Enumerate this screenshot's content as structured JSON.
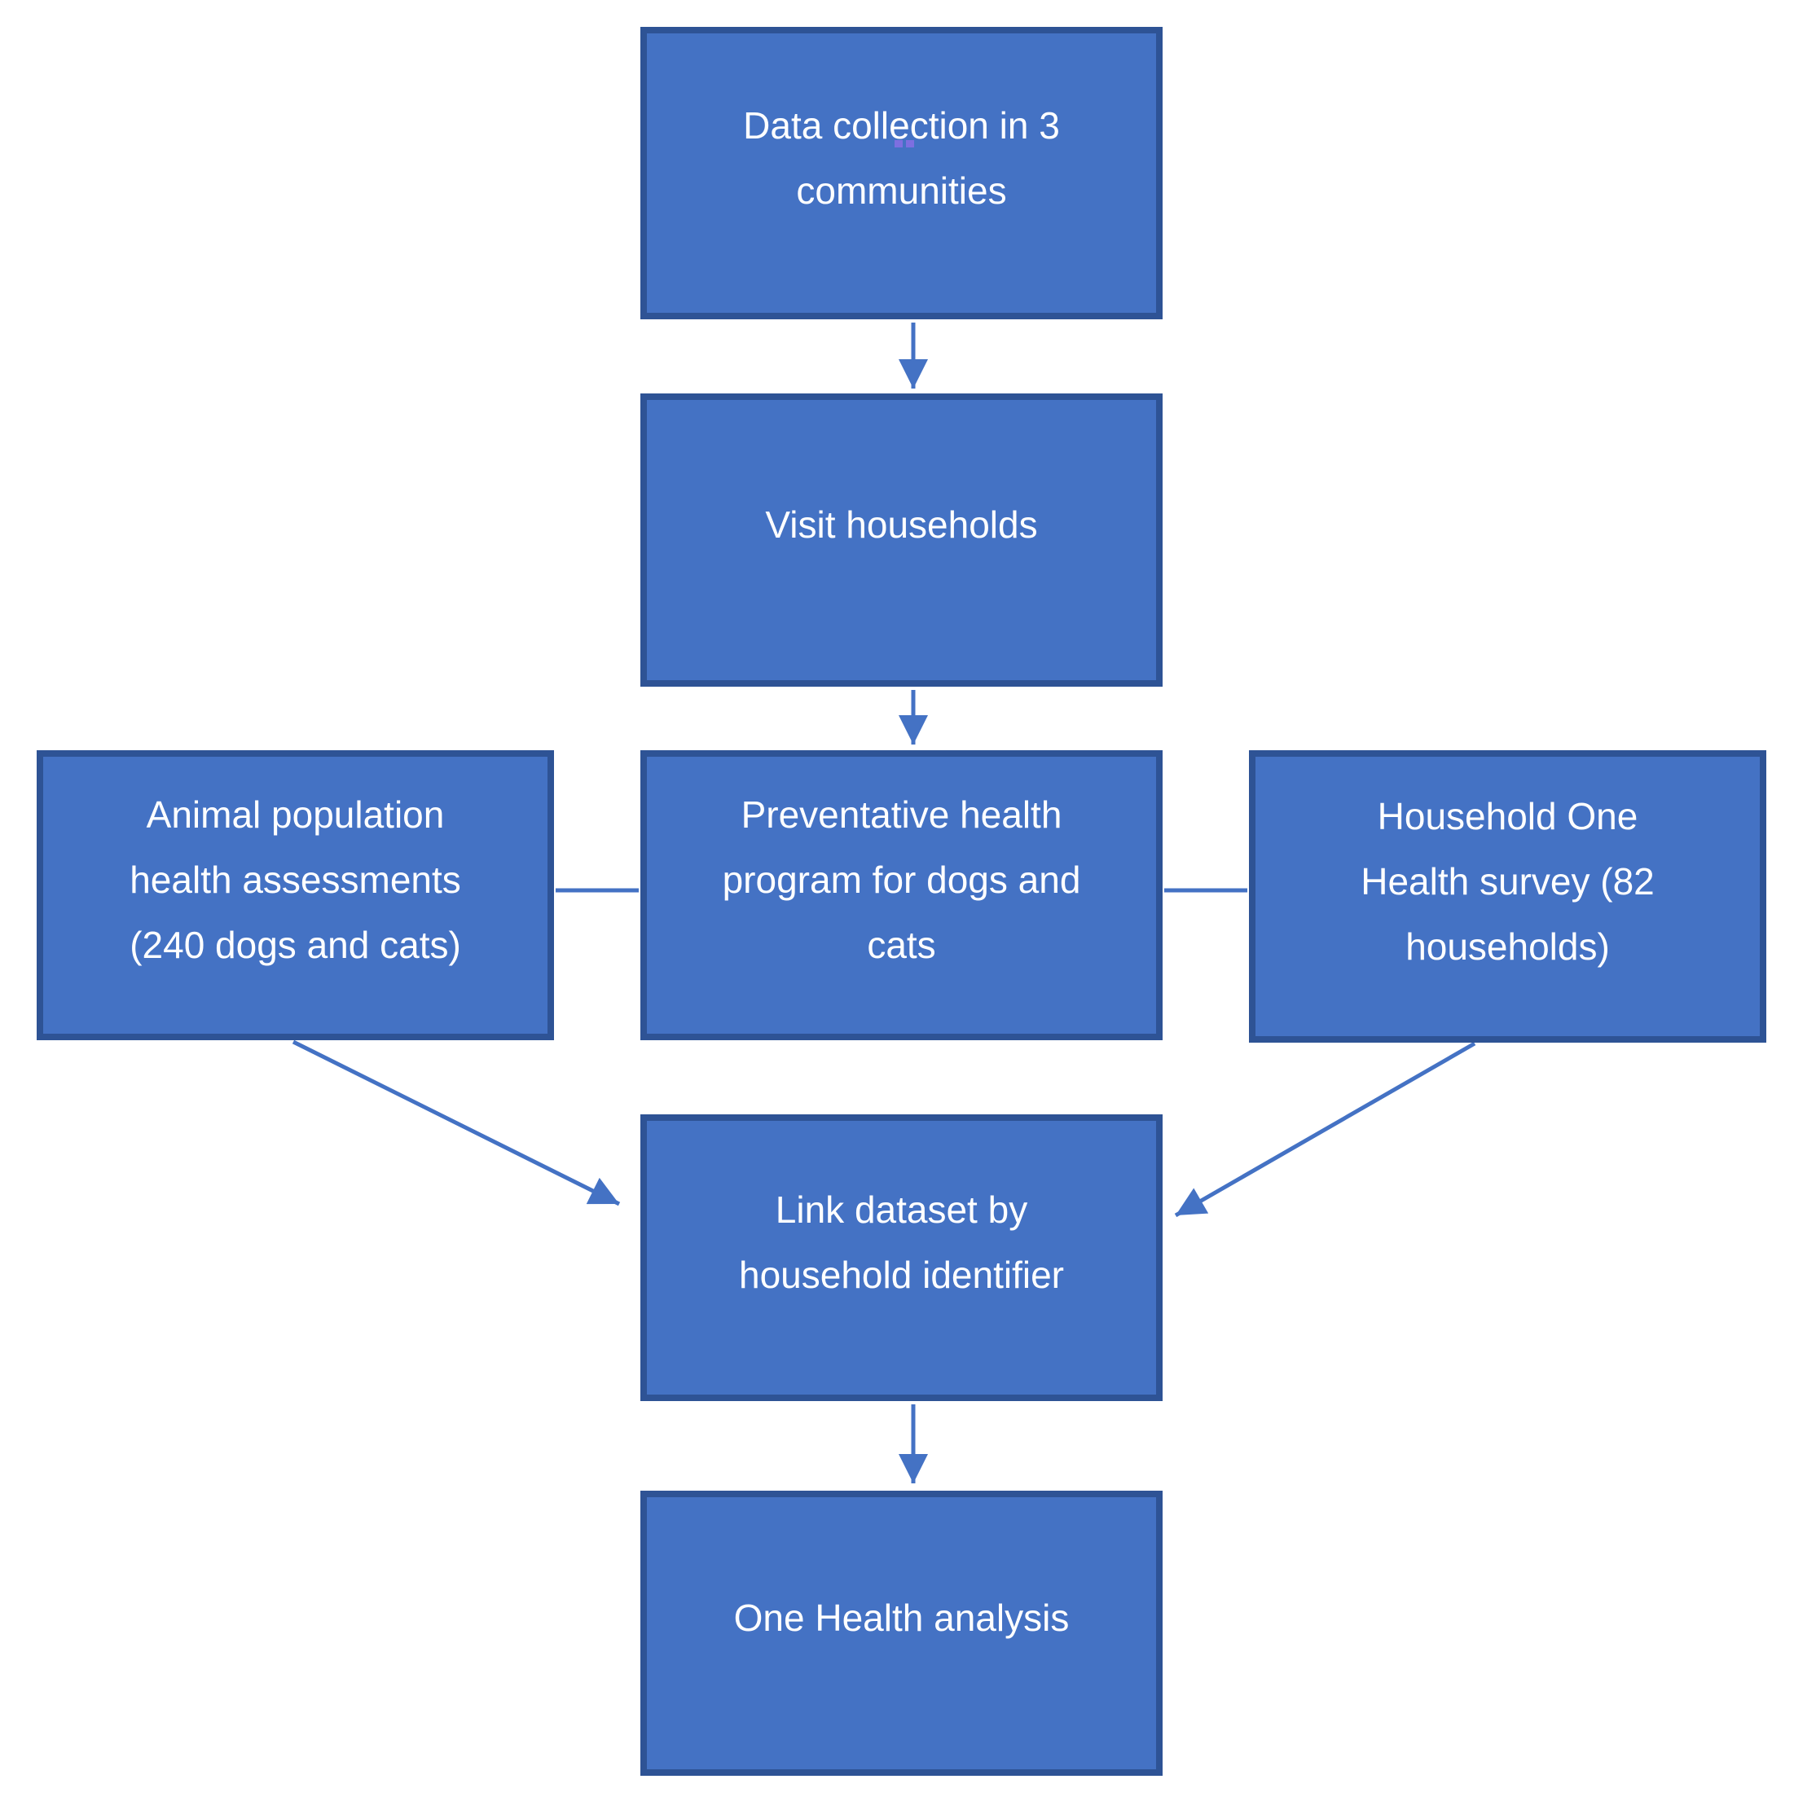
{
  "colors": {
    "box_fill": "#4472c4",
    "box_border": "#2e5395",
    "connector": "#4472c4",
    "text": "#ffffff",
    "spellcheck_mark": "#7d6fe0",
    "background": "#ffffff"
  },
  "nodes": {
    "data_collection": {
      "lines": [
        "Data collection in 3",
        "communities"
      ]
    },
    "visit_households": {
      "lines": [
        "Visit households"
      ]
    },
    "animal_population": {
      "lines": [
        "Animal population",
        "health assessments",
        "(240 dogs and cats)"
      ]
    },
    "preventative_program": {
      "lines": [
        "Preventative health",
        "program for dogs and",
        "cats"
      ]
    },
    "household_survey": {
      "lines": [
        "Household One",
        "Health survey (82",
        "households)"
      ]
    },
    "link_dataset": {
      "lines": [
        "Link dataset by",
        "household identifier"
      ]
    },
    "one_health_analysis": {
      "lines": [
        "One Health analysis"
      ]
    }
  }
}
